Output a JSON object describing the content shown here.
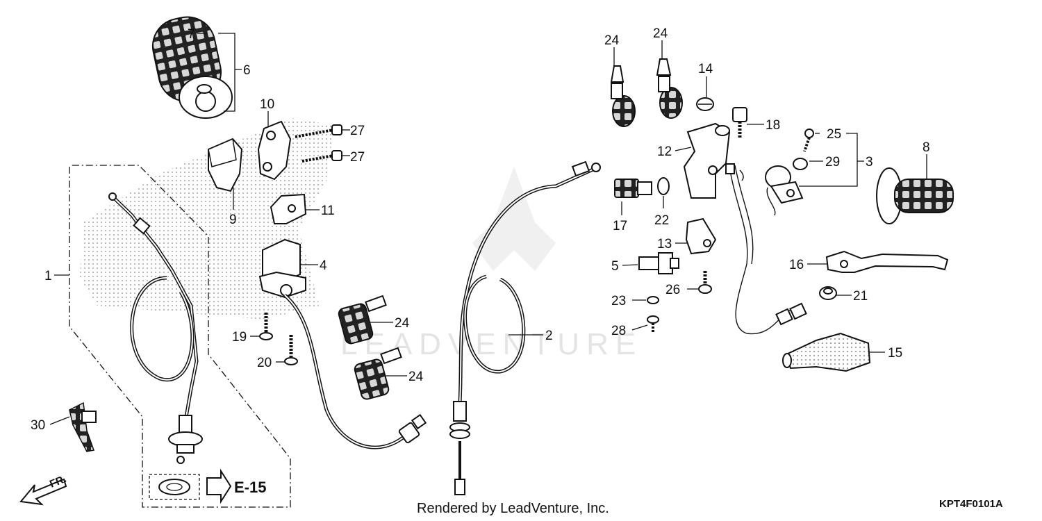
{
  "callouts": {
    "c1": "1",
    "c2": "2",
    "c3": "3",
    "c4": "4",
    "c5": "5",
    "c6": "6",
    "c7": "7",
    "c8": "8",
    "c9": "9",
    "c10": "10",
    "c11": "11",
    "c12": "12",
    "c13": "13",
    "c14": "14",
    "c15": "15",
    "c16": "16",
    "c17": "17",
    "c18": "18",
    "c19": "19",
    "c20": "20",
    "c21": "21",
    "c22": "22",
    "c23": "23",
    "c24": "24",
    "c25": "25",
    "c26": "26",
    "c27": "27",
    "c28": "28",
    "c29": "29",
    "c30": "30"
  },
  "reference": {
    "label": "E-15"
  },
  "direction": {
    "label": "FR."
  },
  "footer": {
    "caption": "Rendered by LeadVenture, Inc.",
    "diagram_code": "KPT4F0101A"
  },
  "watermark": {
    "text": "LEADVENTURE"
  }
}
